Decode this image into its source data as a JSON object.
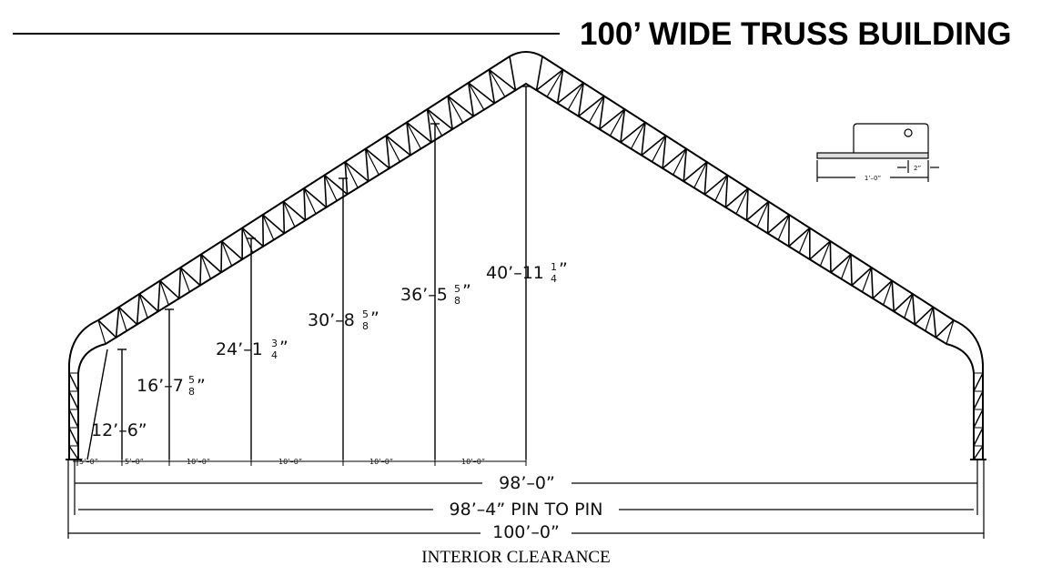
{
  "title": "100’ WIDE TRUSS BUILDING",
  "caption": "INTERIOR CLEARANCE",
  "clearances": [
    {
      "whole": "12’–6”",
      "frac_num": "",
      "frac_den": "",
      "suffix": ""
    },
    {
      "whole": "16’–7",
      "frac_num": "5",
      "frac_den": "8",
      "suffix": "”"
    },
    {
      "whole": "24’–1",
      "frac_num": "3",
      "frac_den": "4",
      "suffix": "”"
    },
    {
      "whole": "30’–8",
      "frac_num": "5",
      "frac_den": "8",
      "suffix": "”"
    },
    {
      "whole": "36’–5",
      "frac_num": "5",
      "frac_den": "8",
      "suffix": "”"
    },
    {
      "whole": "40’–11",
      "frac_num": "1",
      "frac_den": "4",
      "suffix": "”"
    }
  ],
  "spacing_labels": [
    "5’–0”",
    "5’–0”",
    "10’–0”",
    "10’–0”",
    "10’–0”",
    "10’–0”"
  ],
  "overall_dims": {
    "inner": "98’–0”",
    "pin": "98’–4” PIN TO PIN",
    "outer": "100’–0”"
  },
  "detail": {
    "width_label": "1’–0”",
    "offset_label": "2”"
  }
}
